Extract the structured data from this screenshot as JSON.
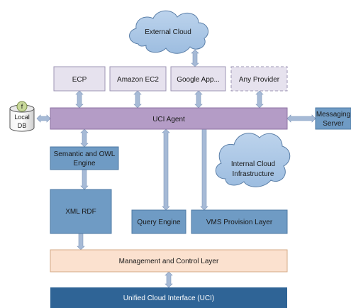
{
  "cloud_external": {
    "label": "External Cloud"
  },
  "cloud_internal": {
    "label_lines": [
      "Internal Cloud",
      "Infrastructure"
    ]
  },
  "providers": [
    {
      "label": "ECP"
    },
    {
      "label": "Amazon EC2"
    },
    {
      "label": "Google App..."
    },
    {
      "label": "Any Provider"
    }
  ],
  "local_db": {
    "badge": "f",
    "label_lines": [
      "Local",
      "DB"
    ]
  },
  "uci_agent": {
    "label": "UCI Agent"
  },
  "messaging_server": {
    "label_lines": [
      "Messaging",
      "Server"
    ]
  },
  "semantic_engine": {
    "label_lines": [
      "Semantic and OWL",
      "Engine"
    ]
  },
  "xml_rdf": {
    "label": "XML RDF"
  },
  "query_engine": {
    "label": "Query Engine"
  },
  "vms_layer": {
    "label": "VMS Provision Layer"
  },
  "mgmt_layer": {
    "label": "Management and Control Layer"
  },
  "uci_interface": {
    "label": "Unified Cloud Interface (UCI)"
  },
  "colors": {
    "cloud_fill": "#a9c6e6",
    "cloud_stroke": "#5b7fa8",
    "provider_fill": "#e6e2ee",
    "provider_stroke": "#9d95b4",
    "agent_fill": "#b49cc6",
    "agent_stroke": "#8d72a3",
    "engine_fill": "#6f9bc4",
    "engine_stroke": "#4d78a3",
    "mgmt_fill": "#fbe1cf",
    "mgmt_stroke": "#d6a986",
    "uci_fill": "#2f6496",
    "arrow_fill": "#a6bad6",
    "arrow_stroke": "#7f97bb"
  }
}
